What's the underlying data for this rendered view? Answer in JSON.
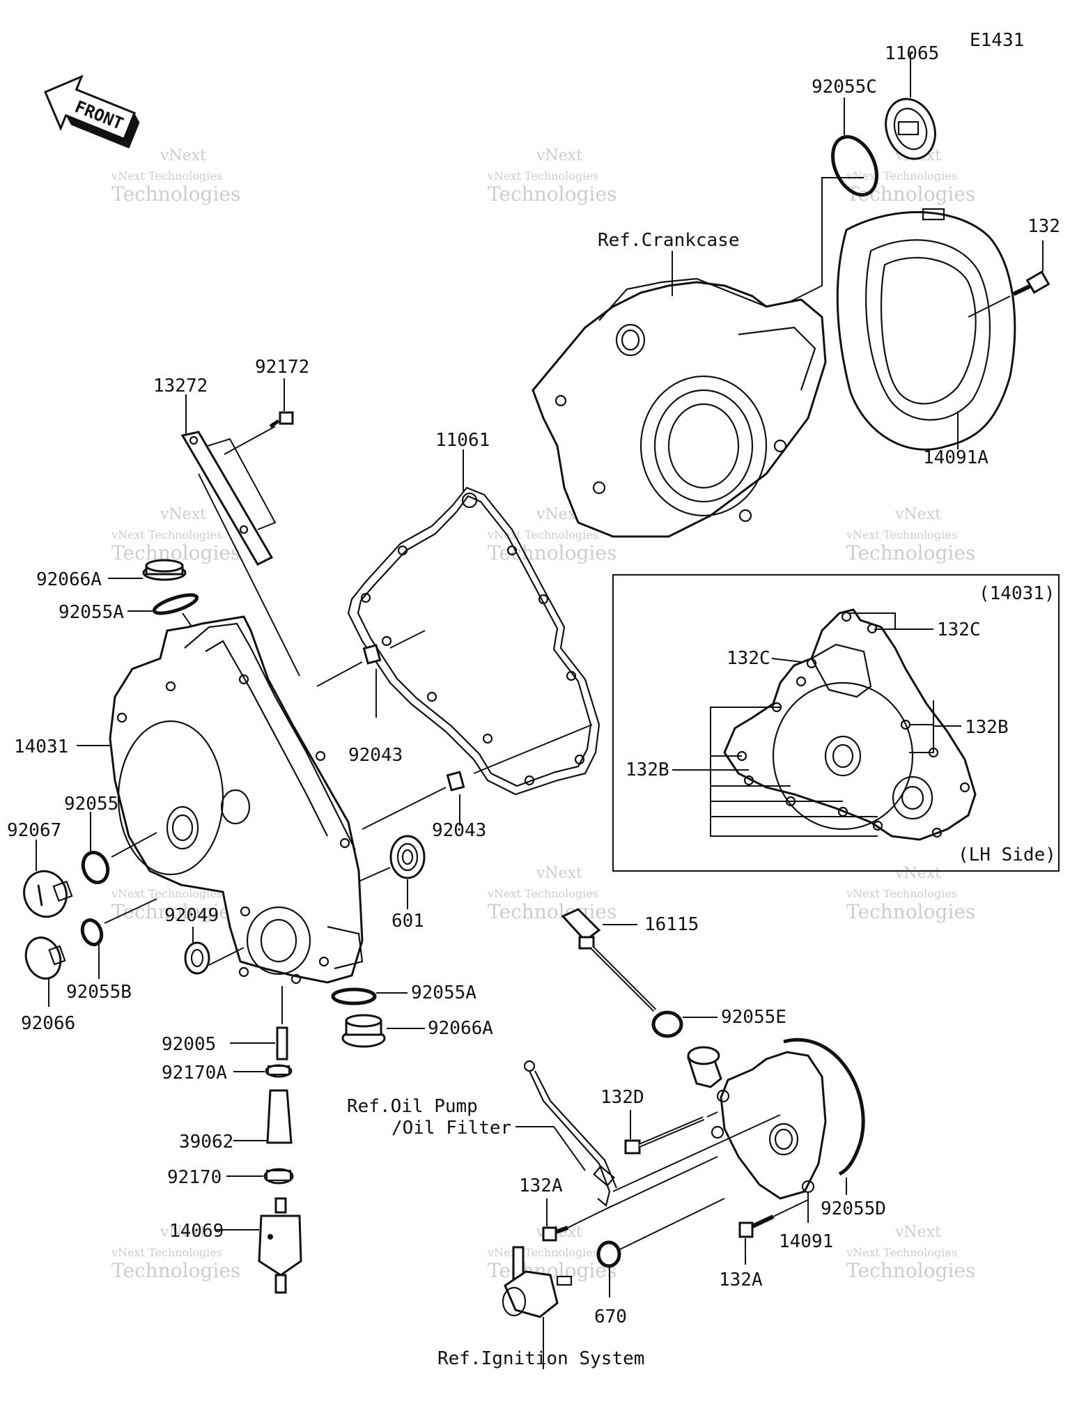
{
  "diagram_code": "E1431",
  "front_label": "FRONT",
  "watermark": {
    "line1": "vNext",
    "line2": "vNext Technologies",
    "line3": "Technologies"
  },
  "labels": {
    "p11065": "11065",
    "p92055C": "92055C",
    "p132_top": "132",
    "ref_crankcase": "Ref.Crankcase",
    "p14091A": "14091A",
    "p13272": "13272",
    "p92172": "92172",
    "p11061": "11061",
    "p92066A_top": "92066A",
    "p92055A_top": "92055A",
    "p14031": "14031",
    "p92043_a": "92043",
    "p92043_b": "92043",
    "p92055": "92055",
    "p92067": "92067",
    "p92049": "92049",
    "p601": "601",
    "p92055B": "92055B",
    "p92066": "92066",
    "p92055A_bot": "92055A",
    "p92066A_bot": "92066A",
    "p92005": "92005",
    "p92170A": "92170A",
    "p39062": "39062",
    "p92170": "92170",
    "p14069": "14069",
    "p16115": "16115",
    "p92055E": "92055E",
    "ref_oil_pump_1": "Ref.Oil Pump",
    "ref_oil_pump_2": "/Oil Filter",
    "p132D": "132D",
    "p132A_left": "132A",
    "p670": "670",
    "p14091": "14091",
    "p132A_right": "132A",
    "p92055D": "92055D",
    "ref_ignition": "Ref.Ignition System",
    "inset_title": "(14031)",
    "inset_side": "(LH Side)",
    "p132C_a": "132C",
    "p132C_b": "132C",
    "p132B_a": "132B",
    "p132B_b": "132B"
  }
}
